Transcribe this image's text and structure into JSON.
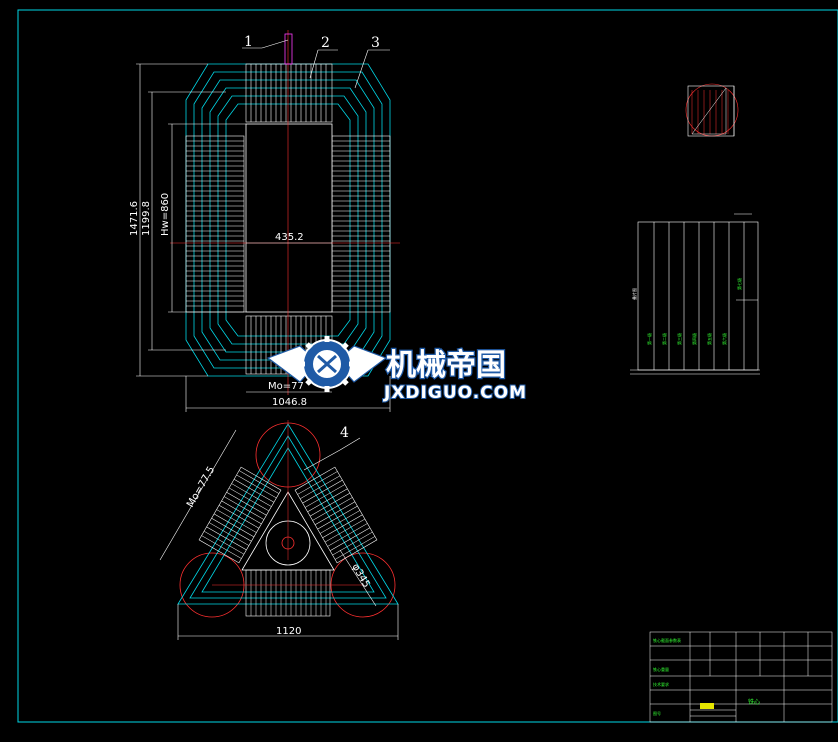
{
  "drawing": {
    "colors": {
      "background": "#000000",
      "cyan": "#00d7e6",
      "red": "#ff3030",
      "white": "#ffffff",
      "magenta": "#ff3cff",
      "green": "#33ff33"
    },
    "part_labels": [
      "1",
      "2",
      "3",
      "4"
    ],
    "front_view": {
      "dim_total_height": "1471.6",
      "dim_window_height": "1199.8",
      "dim_hw": "Hw=860",
      "dim_window_width": "435.2",
      "dim_mo": "Mo=77",
      "dim_total_width": "1046.8"
    },
    "top_view": {
      "dim_mo": "Mo=77.5",
      "dim_diameter": "φ345",
      "dim_width": "1120"
    },
    "stack_table": {
      "columns": [
        "第一级",
        "第二级",
        "第三级",
        "第四级",
        "第五级",
        "第六级",
        "第七级"
      ],
      "side_label": "叠片图"
    },
    "title_block": {
      "drawing_title": "铁心",
      "rows": [
        "铁心截面参数表",
        "铁心重量",
        "技术要求",
        "图号"
      ]
    }
  },
  "watermark": {
    "title_cn": "机械帝国",
    "site": "JXDIGUO.COM"
  }
}
